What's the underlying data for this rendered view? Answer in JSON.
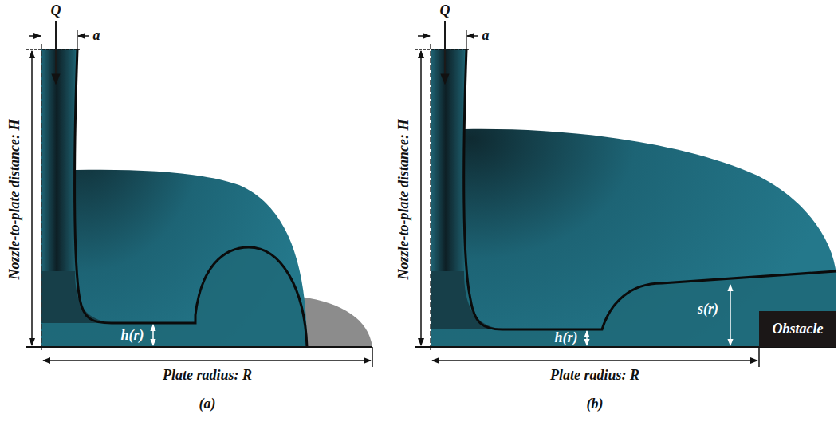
{
  "diagram": {
    "nodes": [
      {
        "text": [
          "Obstacle"
        ]
      }
    ],
    "labels": [
      "Q",
      "a",
      "Nozzle-to-plate distance: H",
      "h(r)",
      "Plate radius: R",
      "(a)",
      "Q",
      "a",
      "Nozzle-to-plate distance: H",
      "h(r)",
      "s(r)",
      "Plate radius: R",
      "(b)"
    ]
  }
}
